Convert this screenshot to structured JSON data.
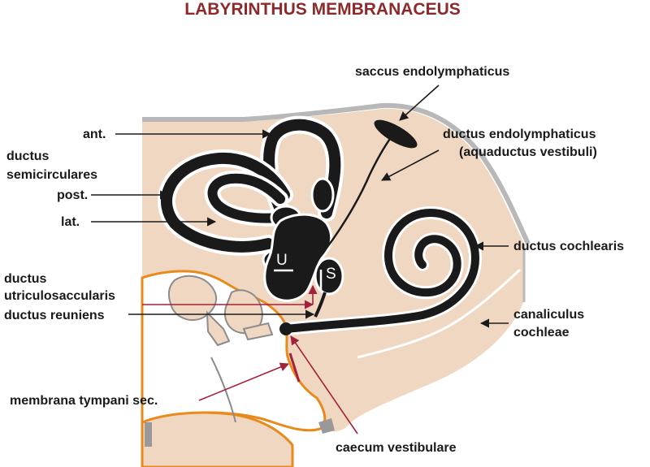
{
  "title": "LABYRINTHUS MEMBRANACEUS",
  "labels": {
    "saccus_endolymphaticus": "saccus endolymphaticus",
    "ductus_endolymphaticus_1": "ductus endolymphaticus",
    "ductus_endolymphaticus_2": "(aquaductus vestibuli)",
    "ant": "ant.",
    "ductus_semicirculares_1": "ductus",
    "ductus_semicirculares_2": "semicirculares",
    "post": "post.",
    "lat": "lat.",
    "ductus_cochlearis": "ductus cochlearis",
    "ductus_utriculosaccularis_1": "ductus",
    "ductus_utriculosaccularis_2": "utriculosaccularis",
    "ductus_reuniens": "ductus reuniens",
    "canaliculus_cochleae_1": "canaliculus",
    "canaliculus_cochleae_2": "cochleae",
    "membrana_tympani_sec": "membrana tympani sec.",
    "caecum_vestibulare": "caecum vestibulare",
    "utriculus_letter": "U",
    "sacculus_letter": "S"
  },
  "colors": {
    "title": "#8b2a2a",
    "bone": "#f0d7c1",
    "membrane": "#1a1a1a",
    "perilymph_line": "#ffffff",
    "periosteum": "#b8b8b8",
    "tympanic_outline": "#e88a1c",
    "red_pointer": "#a3213a",
    "pointer": "#1a1a1a"
  }
}
